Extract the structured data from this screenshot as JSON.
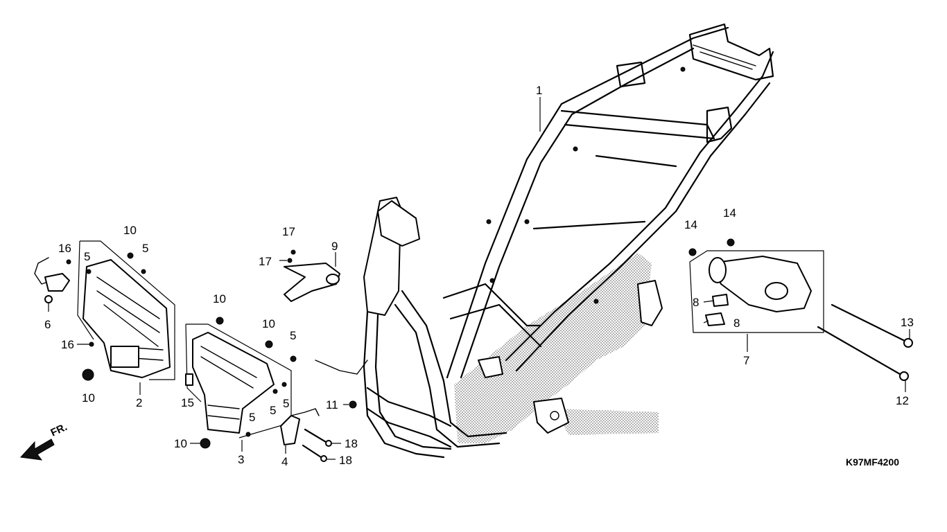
{
  "diagram": {
    "code": "K97MF4200",
    "direction_label": "FR.",
    "callouts": [
      {
        "id": "c1",
        "label": "1"
      },
      {
        "id": "c2",
        "label": "2"
      },
      {
        "id": "c3",
        "label": "3"
      },
      {
        "id": "c4",
        "label": "4"
      },
      {
        "id": "c5a",
        "label": "5"
      },
      {
        "id": "c5b",
        "label": "5"
      },
      {
        "id": "c5c",
        "label": "5"
      },
      {
        "id": "c5d",
        "label": "5"
      },
      {
        "id": "c5e",
        "label": "5"
      },
      {
        "id": "c5f",
        "label": "5"
      },
      {
        "id": "c6",
        "label": "6"
      },
      {
        "id": "c7",
        "label": "7"
      },
      {
        "id": "c8a",
        "label": "8"
      },
      {
        "id": "c8b",
        "label": "8"
      },
      {
        "id": "c9",
        "label": "9"
      },
      {
        "id": "c10a",
        "label": "10"
      },
      {
        "id": "c10b",
        "label": "10"
      },
      {
        "id": "c10c",
        "label": "10"
      },
      {
        "id": "c10d",
        "label": "10"
      },
      {
        "id": "c10e",
        "label": "10"
      },
      {
        "id": "c11",
        "label": "11"
      },
      {
        "id": "c12",
        "label": "12"
      },
      {
        "id": "c13",
        "label": "13"
      },
      {
        "id": "c14a",
        "label": "14"
      },
      {
        "id": "c14b",
        "label": "14"
      },
      {
        "id": "c15",
        "label": "15"
      },
      {
        "id": "c16a",
        "label": "16"
      },
      {
        "id": "c16b",
        "label": "16"
      },
      {
        "id": "c17a",
        "label": "17"
      },
      {
        "id": "c17b",
        "label": "17"
      },
      {
        "id": "c18a",
        "label": "18"
      },
      {
        "id": "c18b",
        "label": "18"
      }
    ]
  }
}
